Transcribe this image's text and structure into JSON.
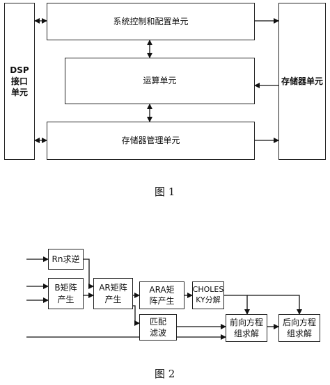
{
  "figure1": {
    "dsp_interface": [
      "DSP",
      "接口",
      "单元"
    ],
    "system_control": "系统控制和配置单元",
    "compute_unit": "运算单元",
    "memory_management": "存储器管理单元",
    "memory_unit": "存储器单元",
    "caption": "图 1"
  },
  "figure2": {
    "rn_inverse": "Rn求逆",
    "b_matrix": [
      "B矩阵",
      "产生"
    ],
    "ar_matrix": [
      "AR矩阵",
      "产生"
    ],
    "ara_matrix": [
      "ARA矩",
      "阵产生"
    ],
    "cholesky": [
      "CHOLES",
      "KY分解"
    ],
    "matched_filter": [
      "匹配",
      "滤波"
    ],
    "forward_solve": [
      "前向方程",
      "组求解"
    ],
    "backward_solve": [
      "后向方程",
      "组求解"
    ],
    "caption": "图 2"
  }
}
